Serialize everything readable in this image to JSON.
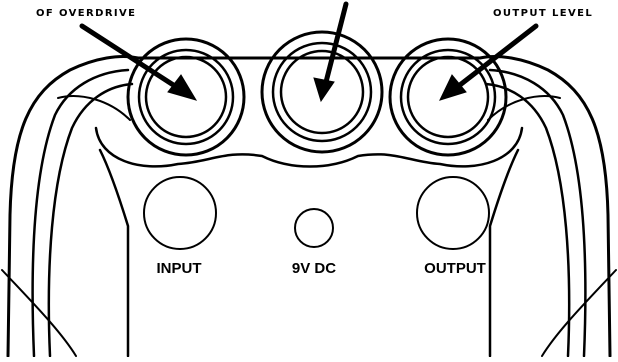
{
  "callouts": {
    "left": "OF OVERDRIVE",
    "right": "OUTPUT LEVEL"
  },
  "jacks": {
    "input": "INPUT",
    "power": "9V DC",
    "output": "OUTPUT"
  }
}
